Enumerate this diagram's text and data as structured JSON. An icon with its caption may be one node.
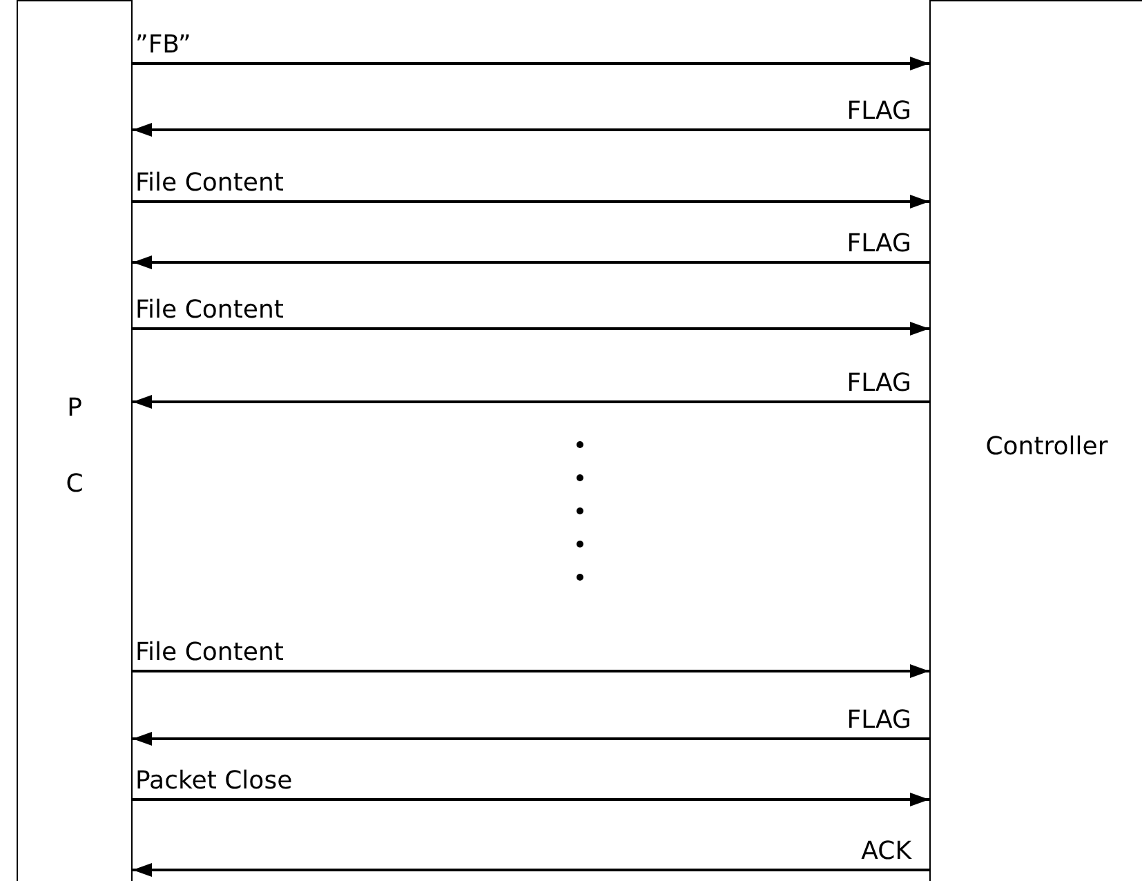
{
  "diagram": {
    "nodes": [
      {
        "text": [
          "PC"
        ]
      },
      {
        "text": [
          "Controller"
        ]
      }
    ],
    "edges": [
      {
        "from": 0,
        "to": 1,
        "arrow": "to",
        "label": "”FB”"
      },
      {
        "from": 1,
        "to": 0,
        "arrow": "to",
        "label": "FLAG"
      },
      {
        "from": 0,
        "to": 1,
        "arrow": "to",
        "label": "File Content"
      },
      {
        "from": 1,
        "to": 0,
        "arrow": "to",
        "label": "FLAG"
      },
      {
        "from": 0,
        "to": 1,
        "arrow": "to",
        "label": "File Content"
      },
      {
        "from": 1,
        "to": 0,
        "arrow": "to",
        "label": "FLAG"
      },
      {
        "from": 0,
        "to": 1,
        "arrow": "to",
        "label": "File Content"
      },
      {
        "from": 1,
        "to": 0,
        "arrow": "to",
        "label": "FLAG"
      },
      {
        "from": 0,
        "to": 1,
        "arrow": "to",
        "label": "Packet Close"
      },
      {
        "from": 1,
        "to": 0,
        "arrow": "to",
        "label": "ACK"
      }
    ]
  }
}
